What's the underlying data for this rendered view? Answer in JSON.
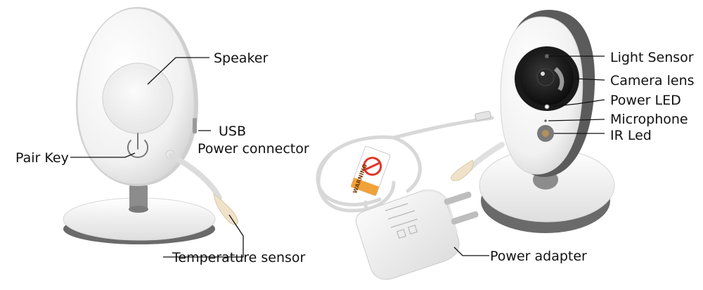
{
  "labels": {
    "speaker": "Speaker",
    "usb": "USB",
    "power_connector": "Power connector",
    "pair_key": "Pair Key",
    "temperature_sensor": "Temperature sensor",
    "light_sensor": "Light Sensor",
    "camera_lens": "Camera lens",
    "power_led": "Power LED",
    "microphone": "Microphone",
    "ir_led": "IR Led",
    "power_adapter": "Power adapter",
    "warning": "WARNING"
  },
  "colors": {
    "body_white": "#f4f4f4",
    "shell_gray": "#5b5b5b",
    "stem_gray": "#8c8c8c",
    "lens_black": "#151515",
    "sticker_orange": "#f0a23a"
  }
}
